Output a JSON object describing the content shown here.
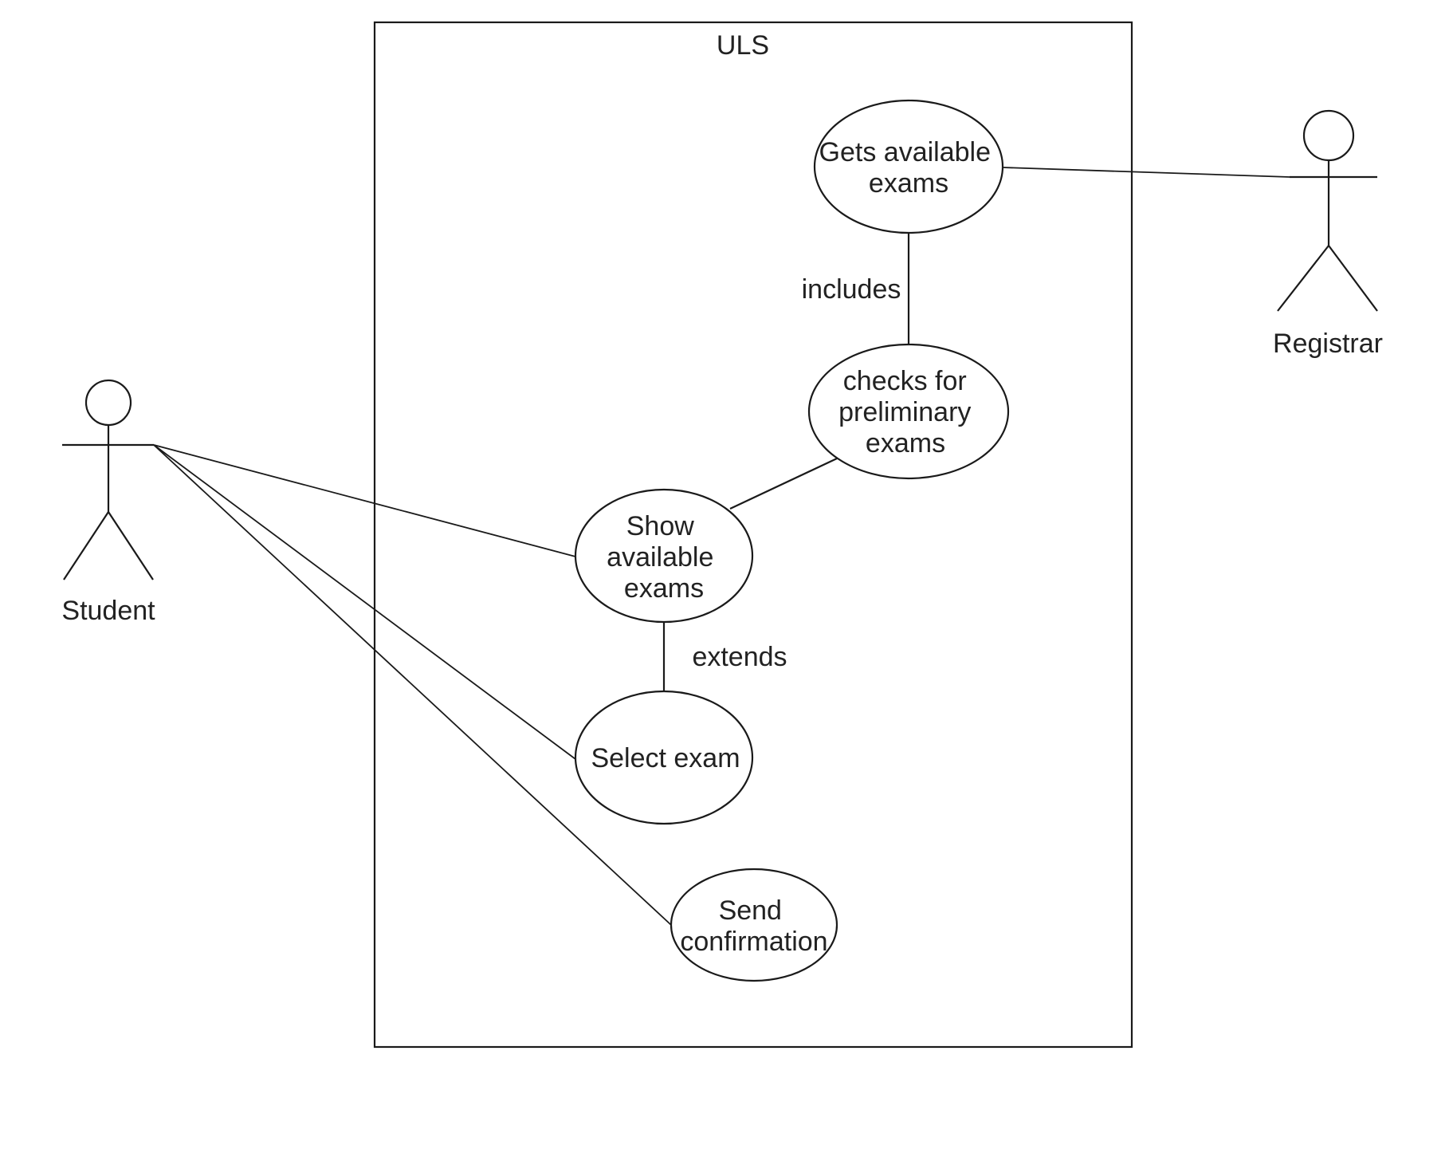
{
  "system": {
    "title": "ULS"
  },
  "actors": {
    "student": {
      "label": "Student"
    },
    "registrar": {
      "label": "Registrar"
    }
  },
  "use_cases": {
    "gets_available_exams": {
      "lines": [
        "Gets available",
        "exams"
      ]
    },
    "checks_preliminary": {
      "lines": [
        "checks for",
        "preliminary",
        "exams"
      ]
    },
    "show_available_exams": {
      "lines": [
        "Show",
        "available",
        "exams"
      ]
    },
    "select_exam": {
      "lines": [
        "Select exam"
      ]
    },
    "send_confirmation": {
      "lines": [
        "Send",
        "confirmation"
      ]
    }
  },
  "relations": {
    "includes": "includes",
    "extends": "extends"
  }
}
